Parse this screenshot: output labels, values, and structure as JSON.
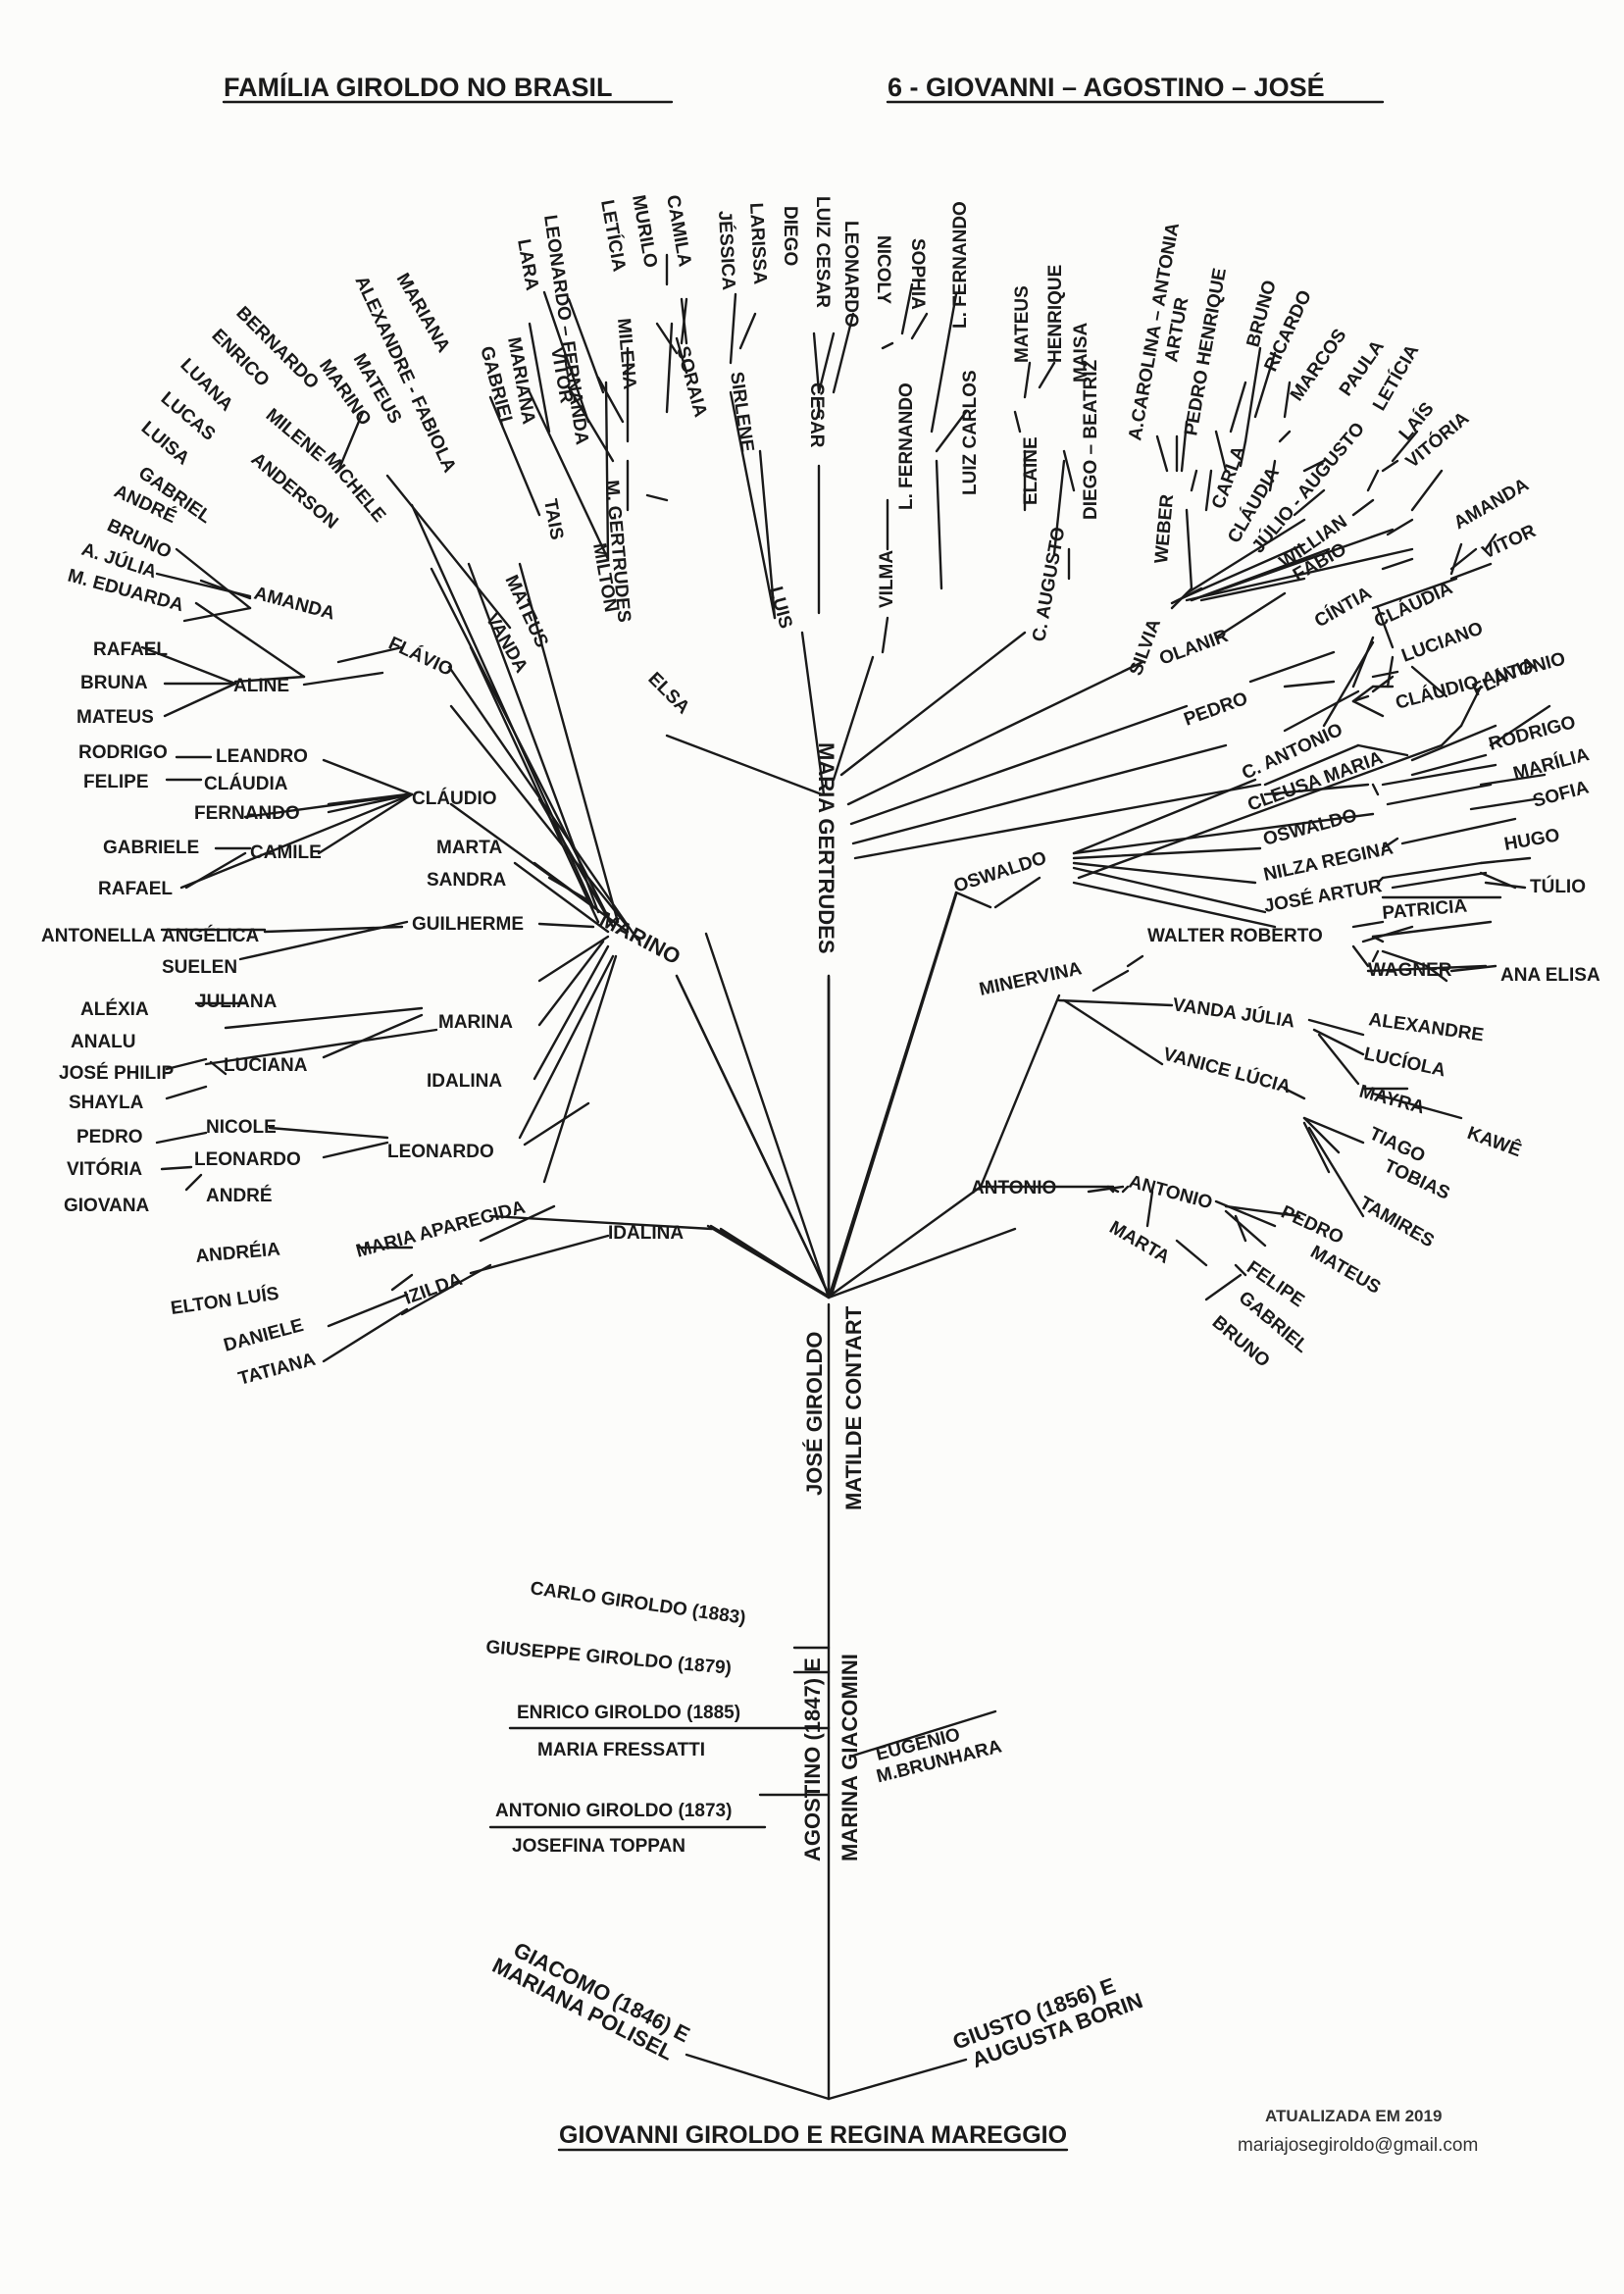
{
  "header": {
    "left_title": "FAMÍLIA GIROLDO NO BRASIL",
    "right_title": "6 -  GIOVANNI – AGOSTINO – JOSÉ"
  },
  "footer": {
    "updated": "ATUALIZADA EM  2019",
    "email": "mariajosegiroldo@gmail.com"
  },
  "trunk": {
    "root": "GIOVANNI GIROLDO E REGINA MAREGGIO",
    "giacomo": [
      "GIACOMO (1846) E",
      "MARIANA POLISEL"
    ],
    "giusto": [
      "GIUSTO (1856) E",
      "AUGUSTA BORIN"
    ],
    "agostino": [
      "AGOSTINO (1847) E",
      "MARINA GIACOMINI"
    ],
    "eugenio": [
      "EUGENIO",
      "M.BRUNHARA"
    ],
    "carlo": "CARLO GIROLDO (1883)",
    "giuseppe": "GIUSEPPE GIROLDO (1879)",
    "enrico": [
      "ENRICO GIROLDO (1885)",
      "MARIA FRESSATTI"
    ],
    "antonio_g": [
      "ANTONIO GIROLDO (1873)",
      "JOSEFINA TOPPAN"
    ],
    "jose": [
      "JOSÉ GIROLDO",
      "MATILDE CONTART"
    ]
  },
  "branches": {
    "maria_gertrudes": "MARIA GERTRUDES",
    "marino": "MARINO",
    "idalina": "IDALINA",
    "oswaldo": "OSWALDO",
    "minervina": "MINERVINA",
    "antonio": "ANTONIO"
  },
  "names": {
    "n001": "FLÁVIO",
    "n002": "AMANDA",
    "n003": "GABRIEL",
    "n004": "ANDRÉ",
    "n005": "BRUNO",
    "n006": "A. JÚLIA",
    "n007": "M. EDUARDA",
    "n008": "ALINE",
    "n009": "RAFAEL",
    "n010": "BRUNA",
    "n011": "MATEUS",
    "n012": "CLÁUDIO",
    "n013": "RODRIGO",
    "n014": "LEANDRO",
    "n015": "FELIPE",
    "n016": "CLÁUDIA",
    "n017": "FERNANDO",
    "n018": "CAMILE",
    "n019": "GABRIELE",
    "n020": "RAFAEL",
    "n021": "MARTA",
    "n022": "SANDRA",
    "n023": "GUILHERME",
    "n024": "ANGÉLICA",
    "n025": "ANTONELLA",
    "n026": "SUELEN",
    "n027": "MARINA",
    "n028": "JULIANA",
    "n029": "ALÉXIA",
    "n030": "ANALU",
    "n031": "LUCIANA",
    "n032": "JOSÉ PHILIP",
    "n033": "SHAYLA",
    "n034": "IDALINA",
    "n035": "LEONARDO",
    "n036": "NICOLE",
    "n037": "PEDRO",
    "n038": "LEONARDO",
    "n039": "VITÓRIA",
    "n040": "GIOVANA",
    "n041": "ANDRÉ",
    "n042": "MARIA APARECIDA",
    "n043": "ANDRÉIA",
    "n044": "ELTON LUÍS",
    "n045": "IZILDA",
    "n046": "DANIELE",
    "n047": "TATIANA",
    "n048": "ANDERSON",
    "n049": "MILENE",
    "n050": "LUISA",
    "n051": "LUCAS",
    "n052": "LUANA",
    "n053": "ENRICO",
    "n054": "BERNARDO",
    "n055": "MICHELE",
    "n056": "MARINO",
    "n057": "MATEUS",
    "n058": "ALEXANDRE - FABIOLA",
    "n059": "MARIANA",
    "n060": "VANDA",
    "n061": "MATEUS",
    "n062": "ELSA",
    "n063": "MILTON",
    "n064": "TAIS",
    "n065": "GABRIEL",
    "n066": "MARIANA",
    "n067": "VITOR",
    "n068": "LARA",
    "n069": "LEONARDO – FERNANDA",
    "n070": "M. GERTRUDES",
    "n071": "MILENA",
    "n072": "LUIS",
    "n073": "SORAIA",
    "n074": "LETÍCIA",
    "n075": "MURILO",
    "n076": "CAMILA",
    "n077": "SIRLENE",
    "n078": "JÉSSICA",
    "n079": "LARISSA",
    "n080": "CESAR",
    "n081": "DIEGO",
    "n082": "LUIZ CESAR",
    "n083": "LEONARDO",
    "n084": "VILMA",
    "n085": "L. FERNANDO",
    "n086": "NICOLY",
    "n087": "SOPHIA",
    "n088": "L. FERNANDO",
    "n089": "LUIZ CARLOS",
    "n090": "C. AUGUSTO",
    "n091": "ELAINE",
    "n092": "MATEUS",
    "n093": "HENRIQUE",
    "n094": "MAISA",
    "n095": "DIEGO – BEATRIZ",
    "n096": "SILVIA",
    "n097": "WEBER",
    "n098": "A.CAROLINA – ANTONIA",
    "n099": "ARTUR",
    "n100": "PEDRO HENRIQUE",
    "n101": "CARLA",
    "n102": "BRUNO",
    "n103": "RICARDO",
    "n104": "CLÁUDIA",
    "n105": "MARCOS",
    "n106": "JÚLIO - AUGUSTO",
    "n107": "PAULA",
    "n108": "WILLIAN",
    "n109": "LETÍCIA",
    "n110": "LAÍS",
    "n111": "VITÓRIA",
    "n112": "FÁBIO",
    "n113": "OLANIR",
    "n114": "PEDRO",
    "n115": "CÍNTIA",
    "n116": "CLÁUDIA",
    "n117": "AMANDA",
    "n118": "VÍTOR",
    "n119": "C. ANTONIO",
    "n120": "LUCIANO",
    "n121": "CLÁUDIO ANTONIO",
    "n122": "CLEUSA MARIA",
    "n123": "FLÁVIA",
    "n124": "OSWALDO",
    "n125": "RODRIGO",
    "n126": "NILZA REGINA",
    "n127": "MARÍLIA",
    "n128": "SOFIA",
    "n129": "JOSÉ ARTUR",
    "n130": "HUGO",
    "n131": "TÚLIO",
    "n132": "WALTER ROBERTO",
    "n133": "PATRICIA",
    "n134": "WAGNER",
    "n135": "ANA ELISA",
    "n136": "VANDA JÚLIA",
    "n137": "ALEXANDRE",
    "n138": "LUCÍOLA",
    "n139": "MAYRA",
    "n140": "KAWÊ",
    "n141": "VANICE LÚCIA",
    "n142": "TIAGO",
    "n143": "TOBIAS",
    "n144": "TAMIRES",
    "n145": "ANTONIO",
    "n146": "PEDRO",
    "n147": "MATEUS",
    "n148": "FELIPE",
    "n149": "MARTA",
    "n150": "GABRIEL",
    "n151": "BRUNO"
  }
}
